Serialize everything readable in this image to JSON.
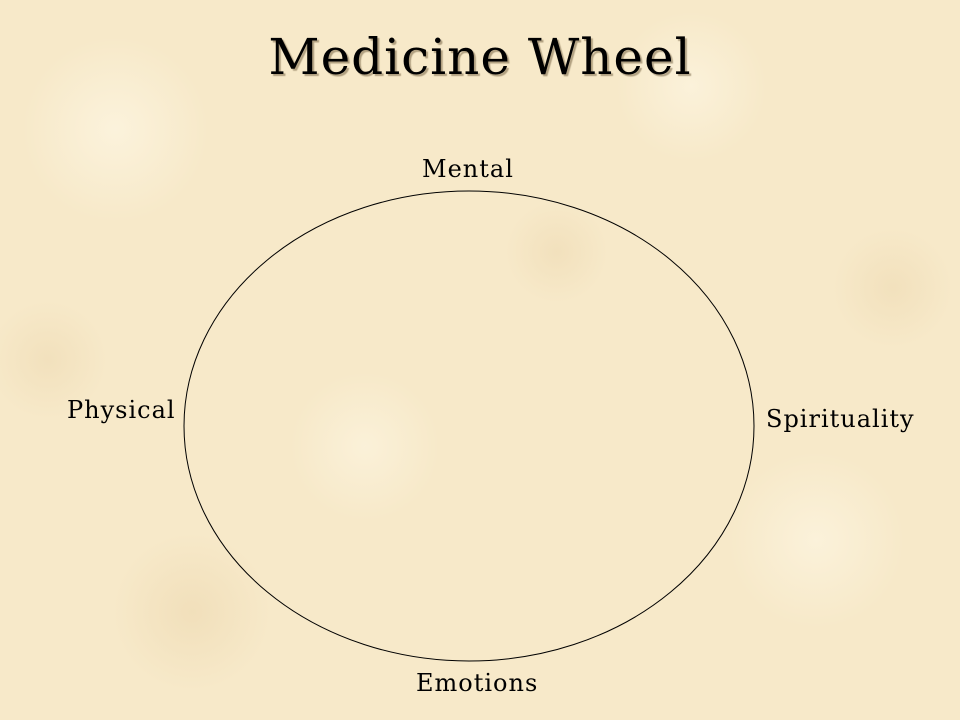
{
  "slide": {
    "title": "Medicine Wheel"
  },
  "wheel": {
    "labels": {
      "top": "Mental",
      "left": "Physical",
      "right": "Spirituality",
      "bottom": "Emotions"
    },
    "stroke_color": "#000000"
  },
  "theme": {
    "background_color": "#f7e9c9"
  }
}
